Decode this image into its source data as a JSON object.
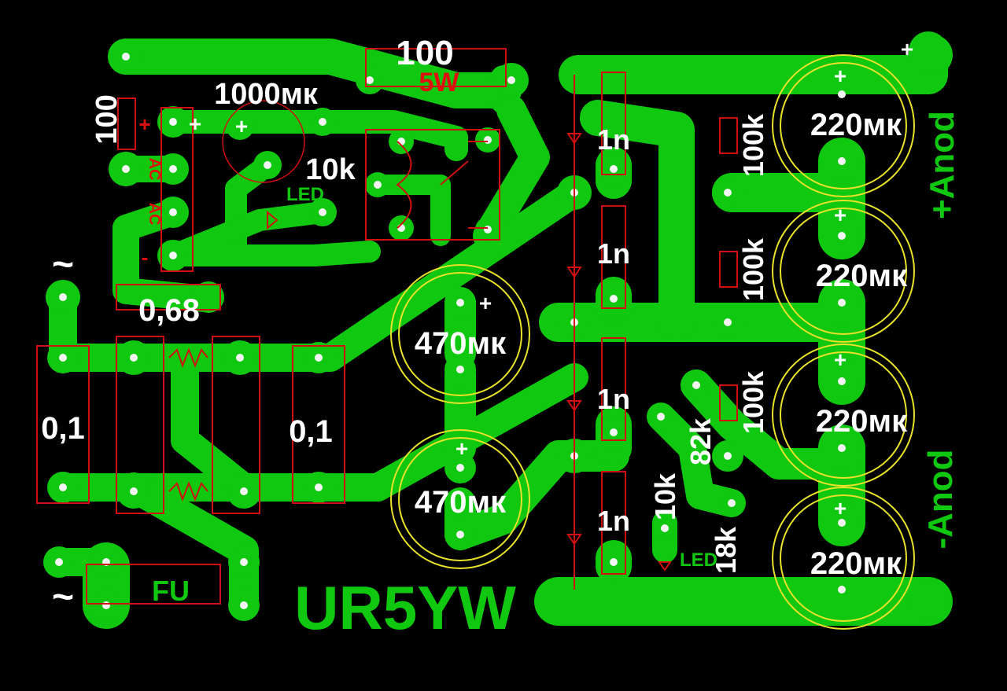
{
  "labels": {
    "r_top": "100",
    "r_top_power": "5W",
    "r_left": "100",
    "c_filter": "1000мк",
    "r_led": "10k",
    "led_top": "LED",
    "c_film": "0,68",
    "c_left": "0,1",
    "c_right": "0,1",
    "c_470_top": "470мк",
    "c_470_bottom": "470мк",
    "c_1n_1": "1n",
    "c_1n_2": "1n",
    "c_1n_3": "1n",
    "c_1n_4": "1n",
    "r_100k_1": "100k",
    "r_100k_2": "100k",
    "r_100k_3": "100k",
    "c_220_1": "220мк",
    "c_220_2": "220мк",
    "c_220_3": "220мк",
    "c_220_4": "220мк",
    "anode_plus": "+Anod",
    "anode_minus": "-Anod",
    "r_82k": "82k",
    "r_10k_b": "10k",
    "r_18k": "18k",
    "led_bottom": "LED",
    "fuse": "FU",
    "author": "UR5YW",
    "ac_top": "~",
    "ac_bottom": "~",
    "bridge_ac1": "AC",
    "bridge_ac2": "AC",
    "bridge_minus": "-",
    "bridge_plus": "+",
    "plus_sign": "+"
  },
  "colors": {
    "board": "#000000",
    "copper": "#0fc80f",
    "silkscreen": "#d01010",
    "capacitor_outline": "#e8e22a",
    "text": "#ffffff"
  }
}
